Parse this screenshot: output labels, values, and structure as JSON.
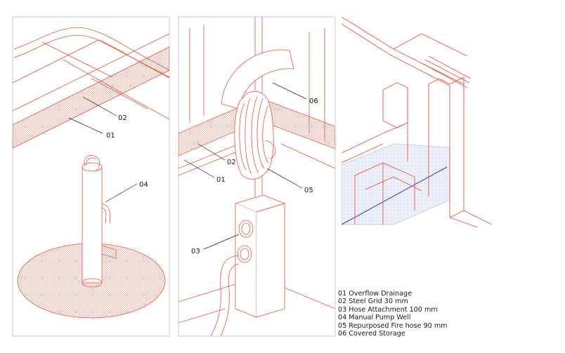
{
  "colors": {
    "line": "#e8553f",
    "hatch": "#f0a090",
    "ink": "#1a1a1a",
    "water": "#2a3fa8",
    "grid_fill": "#c9cce6"
  },
  "callouts": {
    "p1_01": "01",
    "p1_02": "02",
    "p1_04": "04",
    "p2_02": "02",
    "p2_01": "01",
    "p2_06": "06",
    "p2_05": "05",
    "p2_03": "03"
  },
  "legend": [
    "01 Overflow Drainage",
    "02 Steel Grid 30 mm",
    "03 Hose Attachment 100 mm",
    "04 Manual Pump Well",
    "05 Repurposed Fire hose 90 mm",
    "06 Covered Storage"
  ]
}
